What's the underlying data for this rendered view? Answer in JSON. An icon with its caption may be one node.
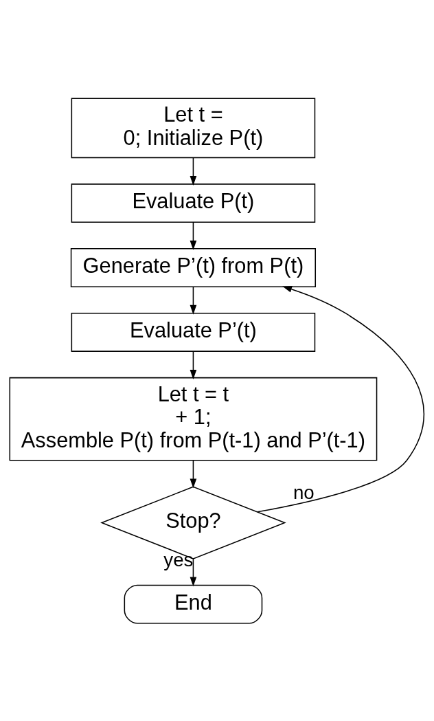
{
  "diagram": {
    "nodes": [
      {
        "text": [
          "Let t = 0; Initialize P(t)"
        ]
      },
      {
        "text": [
          "Evaluate P(t)"
        ]
      },
      {
        "text": [
          "Generate P’(t) from P(t)"
        ]
      },
      {
        "text": [
          "Evaluate P’(t)"
        ]
      },
      {
        "text": [
          "Let t = t + 1; Assemble P(t) from P(t-1) and P’(t-1)"
        ]
      },
      {
        "text": [
          "Stop?"
        ]
      },
      {
        "text": [
          "End"
        ]
      }
    ],
    "edges": [
      {
        "from": 0,
        "to": 1,
        "arrow": "to"
      },
      {
        "from": 1,
        "to": 2,
        "arrow": "to"
      },
      {
        "from": 2,
        "to": 3,
        "arrow": "to"
      },
      {
        "from": 3,
        "to": 4,
        "arrow": "to"
      },
      {
        "from": 4,
        "to": 5,
        "arrow": "to"
      },
      {
        "from": 5,
        "to": 2,
        "arrow": "to",
        "label": "no"
      },
      {
        "from": 5,
        "to": 6,
        "arrow": "to",
        "label": "yes"
      }
    ]
  }
}
